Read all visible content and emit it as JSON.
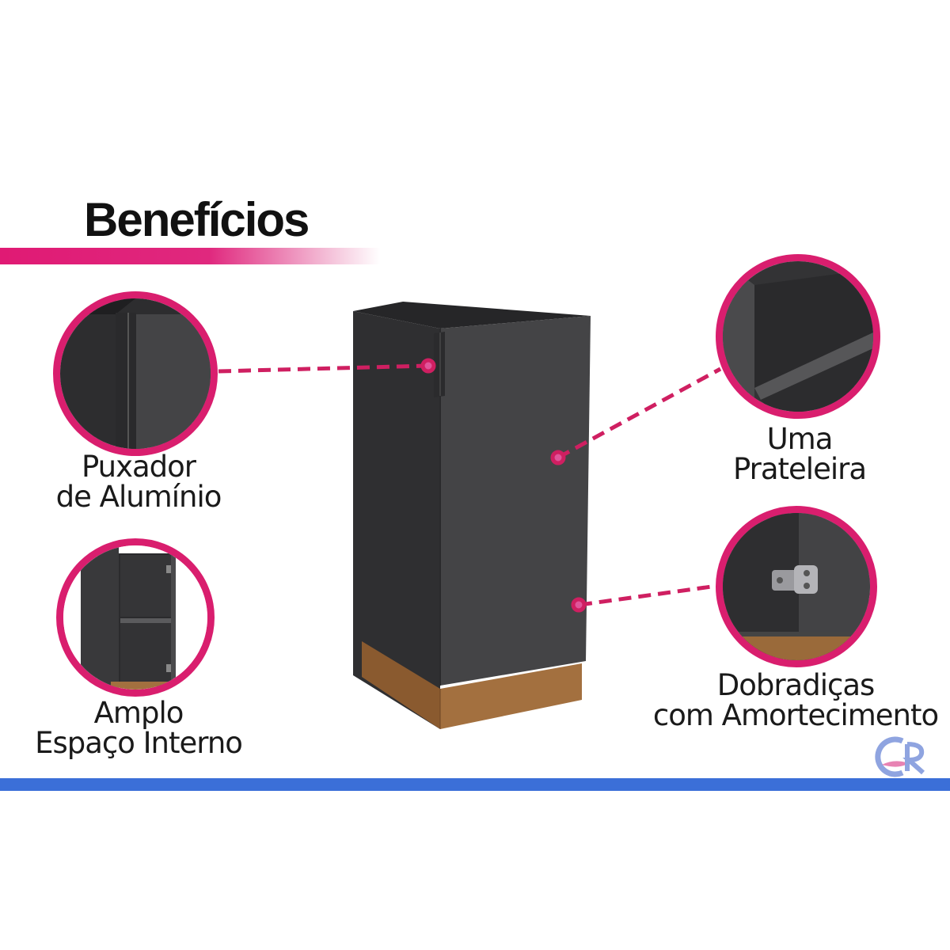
{
  "heading": "Benefícios",
  "features": {
    "handle": {
      "line1": "Puxador",
      "line2": "de Alumínio"
    },
    "shelf": {
      "line1": "Uma",
      "line2": "Prateleira"
    },
    "space": {
      "line1": "Amplo",
      "line2": "Espaço Interno"
    },
    "hinges": {
      "line1": "Dobradiças",
      "line2": "com Amortecimento"
    }
  },
  "logo": {
    "text": "CR"
  },
  "colors": {
    "accent": "#d91e6e",
    "cabinet": "#3e3e40",
    "wood": "#a3703f",
    "bar_blue": "#3b6fd8"
  }
}
